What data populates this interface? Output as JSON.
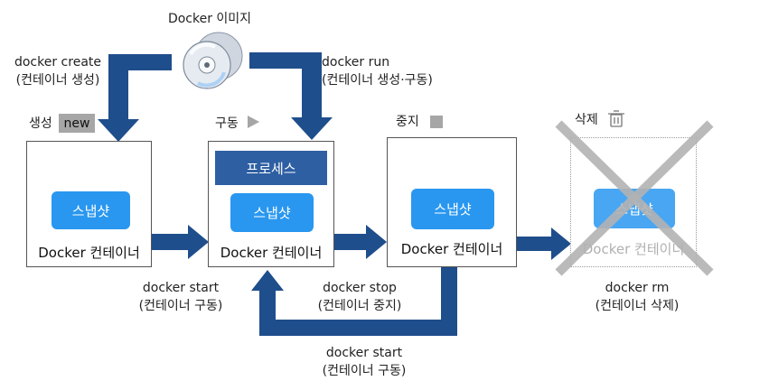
{
  "image": {
    "label": "Docker 이미지"
  },
  "create": {
    "cmd": "docker create",
    "desc": "(컨테이너 생성)"
  },
  "run": {
    "cmd": "docker run",
    "desc": "(컨테이너 생성·구동)"
  },
  "states": {
    "created": {
      "label": "생성",
      "badge": "new"
    },
    "running": {
      "label": "구동"
    },
    "stopped": {
      "label": "중지"
    },
    "deleted": {
      "label": "삭제"
    }
  },
  "containers": {
    "created": {
      "snapshot": "스냅샷",
      "name": "Docker 컨테이너"
    },
    "running": {
      "process": "프로세스",
      "snapshot": "스냅샷",
      "name": "Docker 컨테이너"
    },
    "stopped": {
      "snapshot": "스냅샷",
      "name": "Docker 컨테이너"
    },
    "deleted": {
      "snapshot": "스냅샷",
      "name": "Docker 컨테이너"
    }
  },
  "start1": {
    "cmd": "docker start",
    "desc": "(컨테이너 구동)"
  },
  "stop": {
    "cmd": "docker stop",
    "desc": "(컨테이너 중지)"
  },
  "rm": {
    "cmd": "docker rm",
    "desc": "(컨테이너 삭제)"
  },
  "start2": {
    "cmd": "docker start",
    "desc": "(컨테이너 구동)"
  },
  "colors": {
    "arrow": "#1f4e8c",
    "snapshot": "#2997f0",
    "process": "#2e5fa3",
    "cross": "#b3b3b3"
  }
}
